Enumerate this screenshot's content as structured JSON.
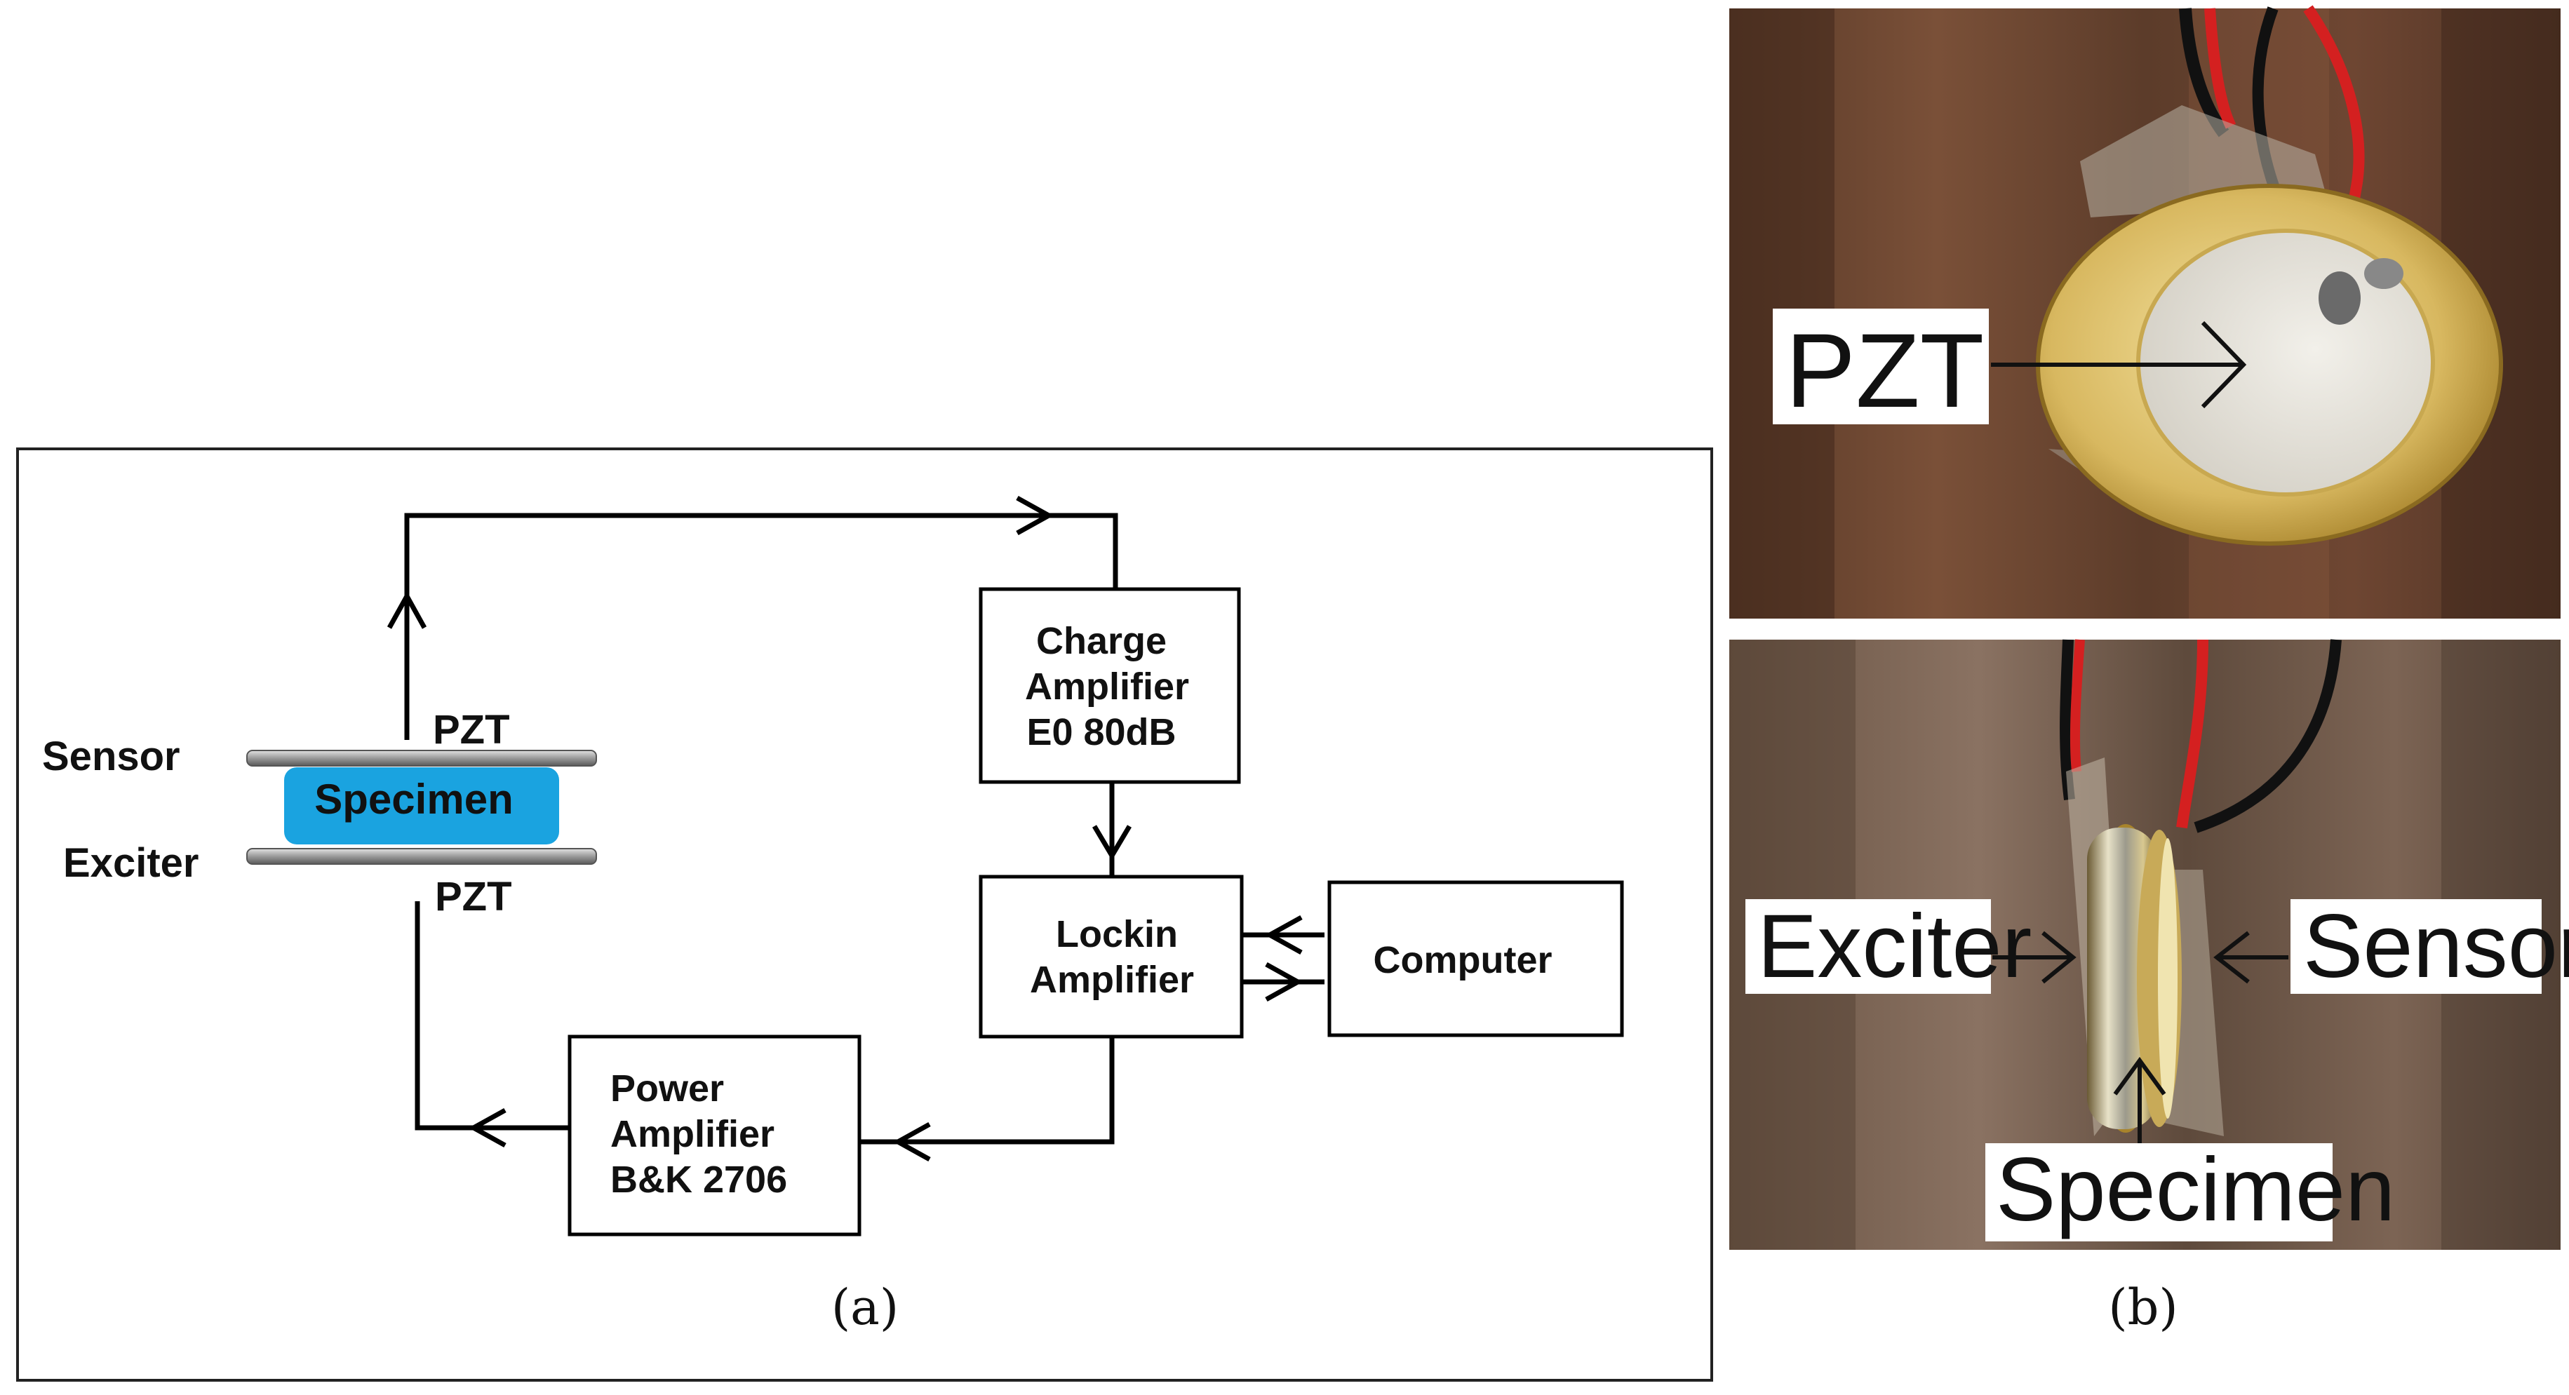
{
  "panel_a": {
    "caption": "(a)",
    "sensor_label": "Sensor",
    "exciter_label": "Exciter",
    "pzt_top_label": "PZT",
    "pzt_bottom_label": "PZT",
    "specimen_label": "Specimen",
    "charge_amp": {
      "line1": "Charge",
      "line2": "Amplifier",
      "line3": "E0 80dB"
    },
    "lockin": {
      "line1": "Lockin",
      "line2": "Amplifier"
    },
    "computer": {
      "line1": "Computer"
    },
    "power_amp": {
      "line1": "Power",
      "line2": "Amplifier",
      "line3": "B&K 2706"
    },
    "specimen_color": "#1aa3e0"
  },
  "panel_b": {
    "caption": "(b)",
    "top_photo_label": "PZT",
    "bottom_photo_labels": {
      "exciter": "Exciter",
      "sensor": "Sensor",
      "specimen": "Specimen"
    }
  }
}
